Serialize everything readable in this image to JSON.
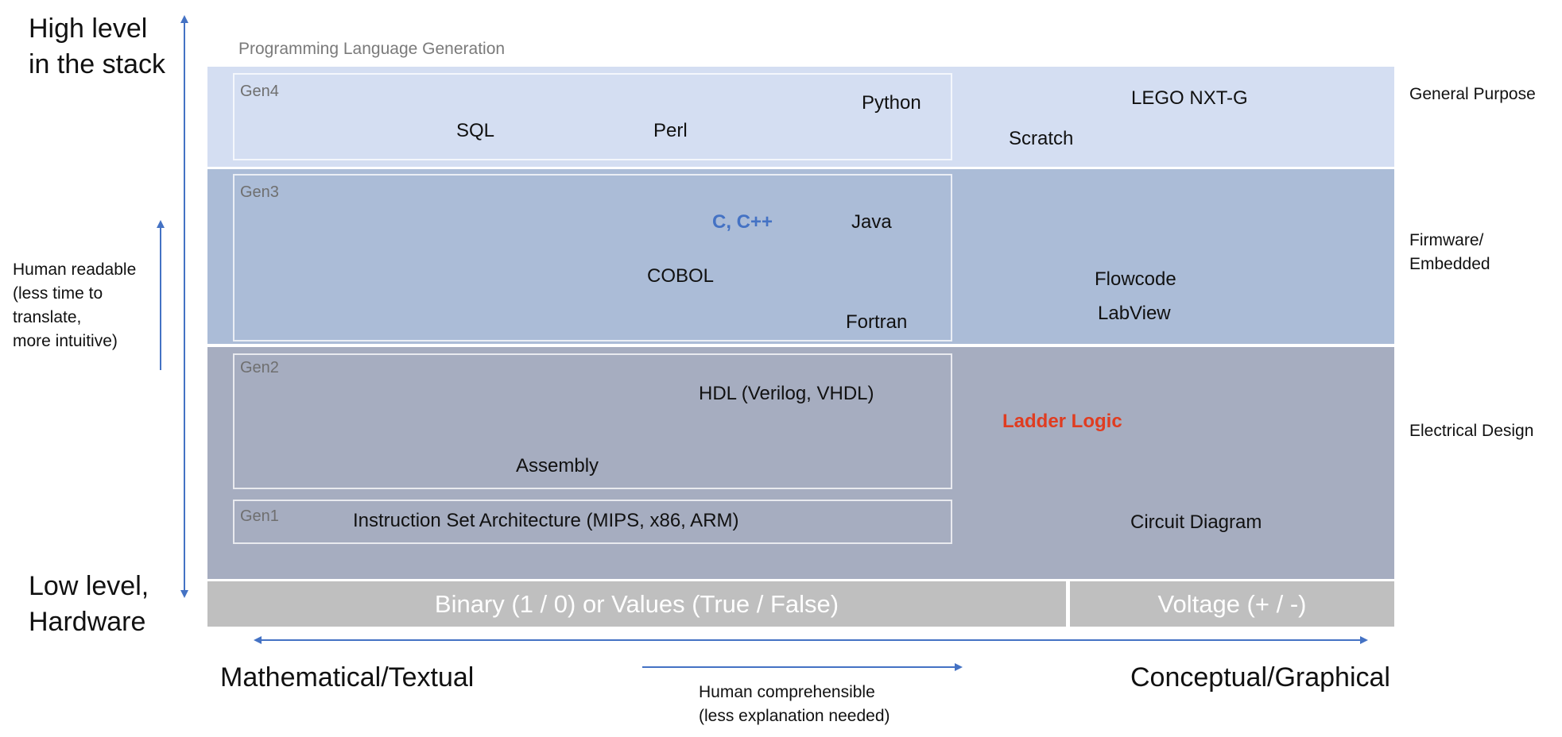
{
  "left_axis": {
    "top_label_line1": "High level",
    "top_label_line2": "in the stack",
    "bottom_label_line1": "Low level,",
    "bottom_label_line2": "Hardware",
    "side_note_lines": [
      "Human readable",
      "(less time to",
      "translate,",
      "more intuitive)"
    ]
  },
  "diagram_title": "Programming Language Generation",
  "bands": {
    "general_purpose": {
      "label": "General Purpose",
      "color": "#d4def2",
      "generation": "Gen4",
      "textual": [
        "SQL",
        "Perl",
        "Python"
      ],
      "graphical": [
        "LEGO NXT-G",
        "Scratch"
      ]
    },
    "firmware": {
      "label_line1": "Firmware/",
      "label_line2": "Embedded",
      "color": "#abbcd7",
      "generation": "Gen3",
      "textual": [
        "C, C++",
        "Java",
        "COBOL",
        "Fortran"
      ],
      "graphical": [
        "Flowcode",
        "LabView"
      ]
    },
    "electrical": {
      "label": "Electrical Design",
      "color": "#a6adc0",
      "generation_gen2": "Gen2",
      "gen2_textual": [
        "HDL (Verilog, VHDL)",
        "Assembly"
      ],
      "generation_gen1": "Gen1",
      "gen1_textual": "Instruction Set Architecture (MIPS, x86, ARM)",
      "graphical": [
        "Ladder Logic",
        "Circuit Diagram"
      ]
    }
  },
  "base": {
    "binary": "Binary (1 / 0) or Values (True / False)",
    "voltage": "Voltage (+ / -)",
    "color": "#bfbfbf"
  },
  "bottom_axis": {
    "left_label": "Mathematical/Textual",
    "right_label": "Conceptual/Graphical",
    "note_lines": [
      "Human comprehensible",
      "(less explanation needed)"
    ]
  },
  "colors": {
    "arrow": "#4472c4",
    "highlight_blue": "#4472c4",
    "highlight_red": "#e03c20"
  }
}
